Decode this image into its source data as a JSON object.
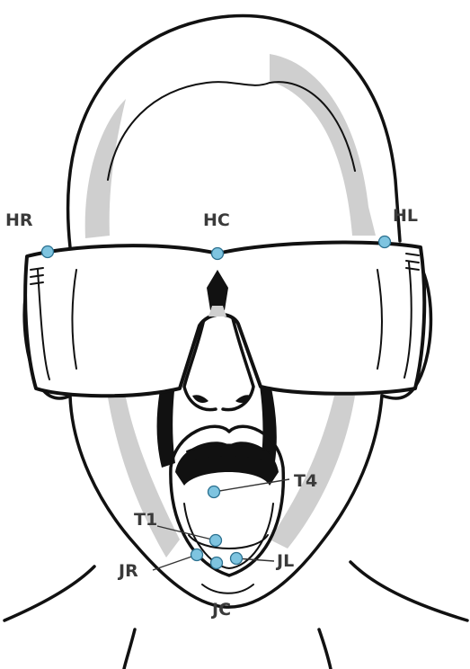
{
  "colors": {
    "marker_fill": "#7ec4e0",
    "marker_stroke": "#2a6f8e",
    "ink": "#111111",
    "shade": "#cfcfcf",
    "label": "#3a3a3a"
  },
  "landmarks": [
    {
      "id": "HR",
      "label": "HR"
    },
    {
      "id": "HC",
      "label": "HC"
    },
    {
      "id": "HL",
      "label": "HL"
    },
    {
      "id": "T4",
      "label": "T4"
    },
    {
      "id": "T1",
      "label": "T1"
    },
    {
      "id": "JR",
      "label": "JR"
    },
    {
      "id": "JL",
      "label": "JL"
    },
    {
      "id": "JC",
      "label": "JC"
    }
  ]
}
